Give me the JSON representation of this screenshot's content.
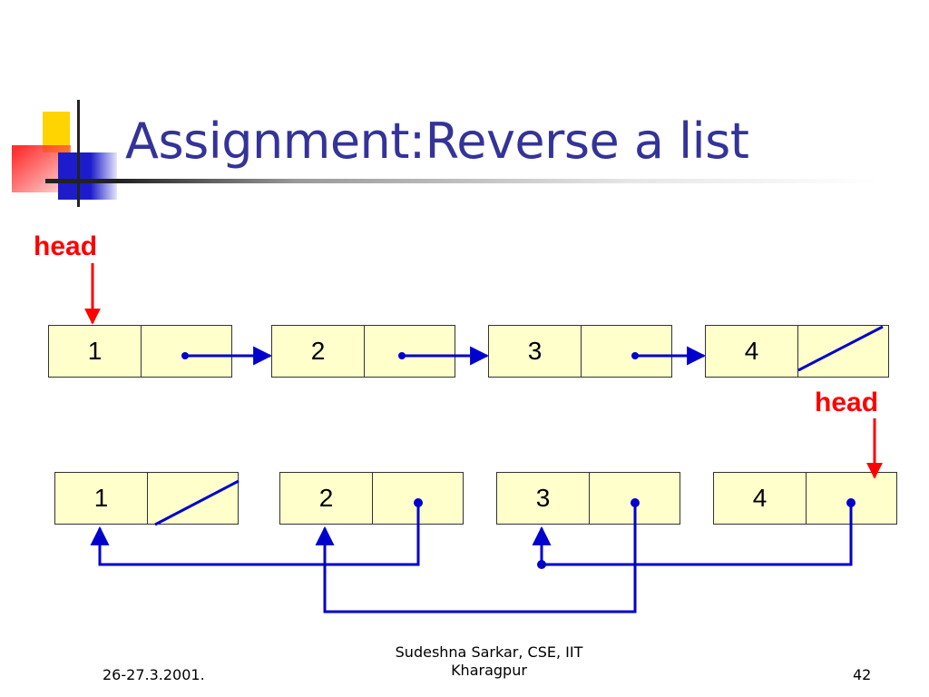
{
  "slide": {
    "title": "Assignment:Reverse a list",
    "accent_color": "#333399"
  },
  "original_list": {
    "head_label": "head",
    "nodes": [
      "1",
      "2",
      "3",
      "4"
    ],
    "last_pointer": "null"
  },
  "reversed_list": {
    "head_label": "head",
    "nodes": [
      "1",
      "2",
      "3",
      "4"
    ],
    "first_pointer": "null"
  },
  "colors": {
    "node_fill": "#ffffcc",
    "pointer": "#0000cc",
    "head": "#ff0000"
  },
  "footer": {
    "date": "26-27.3.2001.",
    "author_line1": "Sudeshna Sarkar, CSE, IIT",
    "author_line2": "Kharagpur",
    "page_number": "42"
  }
}
